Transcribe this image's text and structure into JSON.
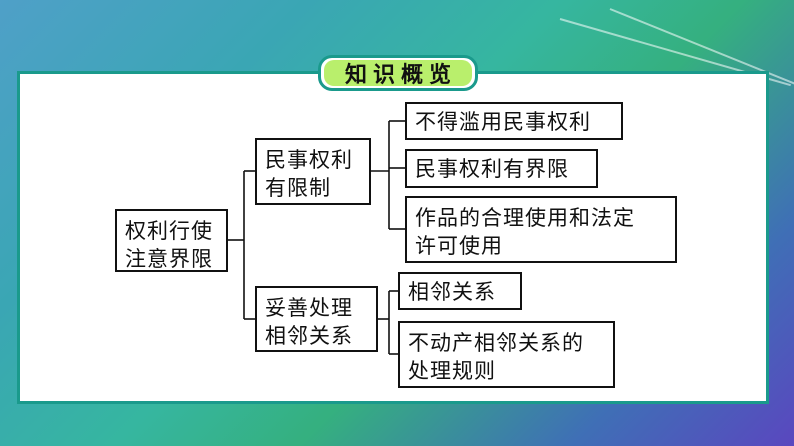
{
  "title": "知识概览",
  "root": "权利行使\n注意界限",
  "branches": [
    {
      "label": "民事权利\n有限制",
      "leaves": [
        "不得滥用民事权利",
        "民事权利有界限",
        "作品的合理使用和法定\n许可使用"
      ]
    },
    {
      "label": "妥善处理\n相邻关系",
      "leaves": [
        "相邻关系",
        "不动产相邻关系的\n处理规则"
      ]
    }
  ]
}
